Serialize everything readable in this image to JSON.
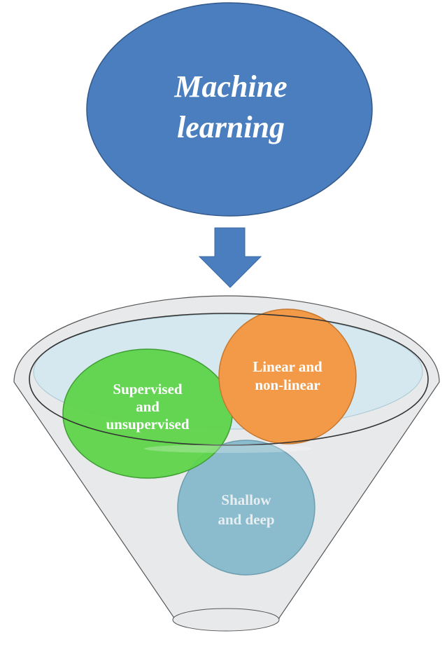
{
  "top": {
    "title_line1": "Machine",
    "title_line2": "learning"
  },
  "circles": [
    {
      "line1": "Supervised",
      "line2": "and",
      "line3": "unsupervised"
    },
    {
      "line1": "Linear and",
      "line2": "non-linear"
    },
    {
      "line1": "Shallow",
      "line2": "and deep"
    }
  ],
  "colors": {
    "blue": "#4a7ebf",
    "green": "#5ed44a",
    "orange": "#f29a48",
    "teal": "#8bbccd",
    "funnel": "#e8e9eb"
  }
}
